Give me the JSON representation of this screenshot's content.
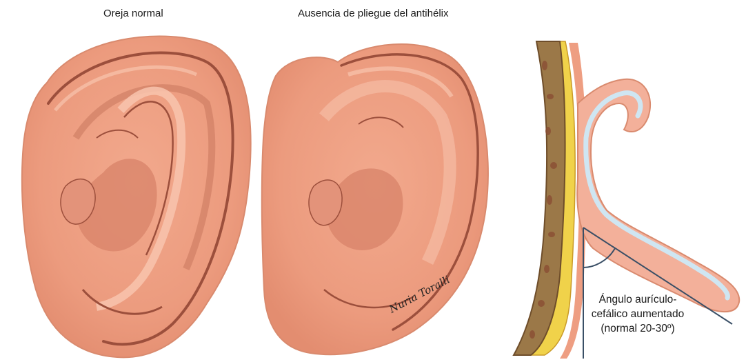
{
  "labels": {
    "normal_ear": "Oreja normal",
    "absent_antihelix_fold": "Ausencia de pliegue del antihélix",
    "angle_line1": "Ángulo aurículo-",
    "angle_line2": "cefálico aumentado",
    "angle_line3": "(normal 20-30º)"
  },
  "signature": "Nuria Toralli",
  "colors": {
    "skin": "#ee9e82",
    "skin_shadow": "#c9775d",
    "skin_dark": "#9c4f3c",
    "skin_highlight": "#f8c4ae",
    "bone": "#9b7848",
    "bone_spot": "#8a4e34",
    "fat": "#f0d24a",
    "cartilage": "#cfe6f2",
    "angle_line": "#3a4f66"
  }
}
